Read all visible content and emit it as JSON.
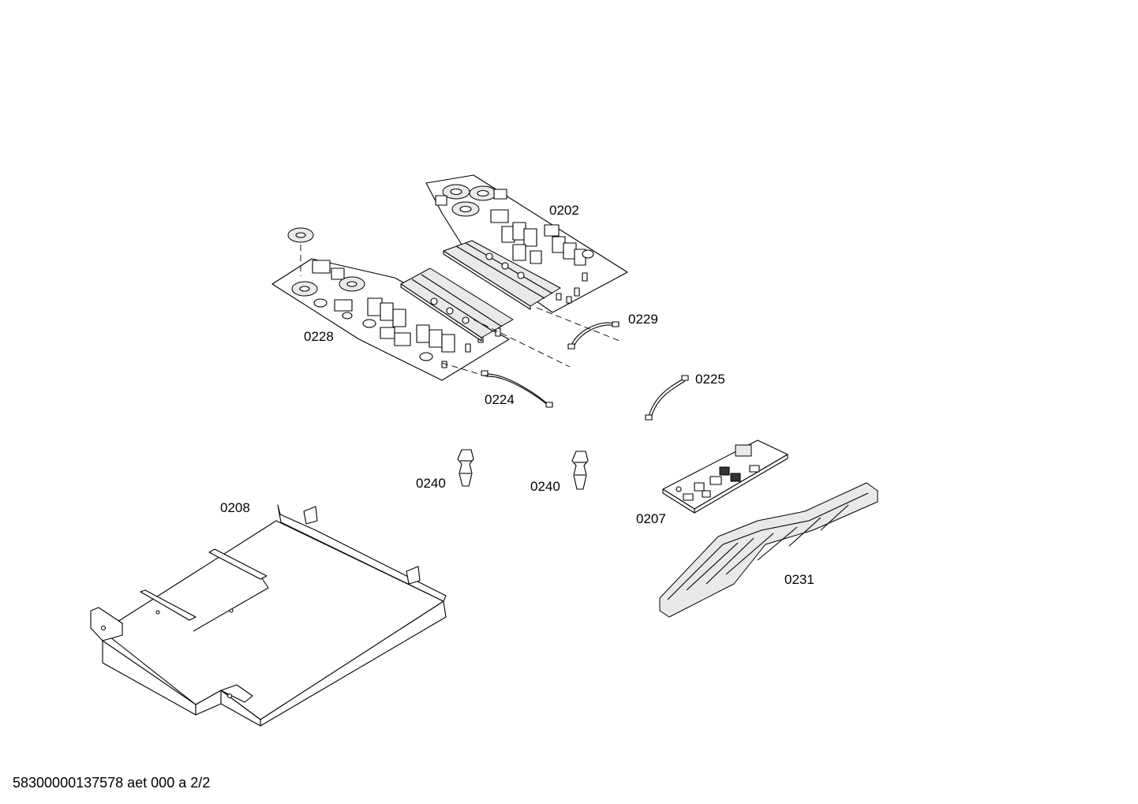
{
  "callouts": {
    "c0202": "0202",
    "c0228": "0228",
    "c0229": "0229",
    "c0225": "0225",
    "c0224": "0224",
    "c0240a": "0240",
    "c0240b": "0240",
    "c0207": "0207",
    "c0208": "0208",
    "c0231": "0231"
  },
  "footer": "58300000137578 aet 000 a 2/2"
}
